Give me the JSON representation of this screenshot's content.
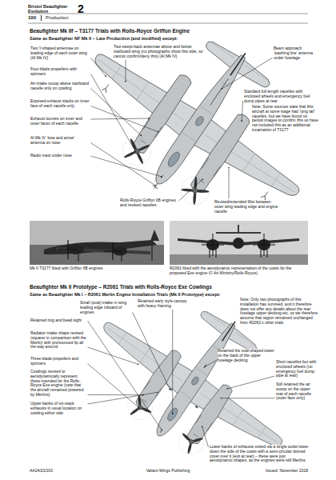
{
  "diagram": {
    "nodes": [
      {
        "text": [
          "Bristol Beaufighter Evolution",
          "2"
        ]
      },
      {
        "text": [
          "100",
          "Production"
        ]
      },
      {
        "text": [
          "Mk II T3177 fitted with Griffon IIB engines"
        ]
      },
      {
        "text": [
          "R2061 fitted with the aerodynamic representation of the cowls for the proposed Exe engine (© Air Ministry/Rolls-Royce)"
        ]
      }
    ],
    "labels": [
      "Beaufighter Mk IIf – T3177 Trials with Rolls-Royce Griffon Engine",
      "Same as Beaufighter NF Mk II – Late Production (and modified) except:",
      "Two swept-back antennae above and below starboard wing (no photographs show this side, so cannot confirm/deny this) (AI Mk IV)",
      "Two Y-shaped antennae on leading edge of each outer wing (AI Mk IV)",
      "Four-blade propellers with spinners",
      "Air intake scoop above starboard nacelle only on cowling",
      "Exposed exhaust stacks on inner face of each nacelle only",
      "Exhaust louvres on inner and outer faces of each nacelle",
      "AI Mk IV ‘bow and arrow’ antenna on nose",
      "Radio mast under nose",
      "Rolls-Royce Griffon IIB engines and revised nacelles",
      "Revised/extended fillet between outer wing leading edge and engine nacelle",
      "Beam approach ‘washing line’ antenna under fuselage",
      "Standard full-length nacelles with enclosed wheels and emergency fuel dump pipes at rear",
      "Note: Some sources state that this aircraft at some stage had ‘long tail’ nacelles, but we have found no period images to confirm this so have not included this as an additional incarnation of T3177",
      "Beaufighter Mk II Prototype – R2061 Trials with Rolls-Royce Exe Cowlings",
      "Same as Beaufighter Mk I – R2061 Merlin Engine Installation Trials (Mk II Prototype) except:",
      "Small (oval) intake in wing leading edge inboard of engines",
      "Retained early style canopy with heavy framing",
      "Retained ring and bead sight",
      "Radiator intake shape revised (squarer in comparison with the Merlin) with pronounced lip all the way around",
      "Three-blade propellers and spinners",
      "Cowlings revised to aerodynamically represent those intended for the Rolls-Royce Exe engine (note that the aircraft remained powered by Merlins)",
      "Upper banks of six-stack exhausts in usual location on cowling either side",
      "Retained the oval-shaped tower on the back of the upper fuselage decking",
      "Short nacelles but with enclosed wheels (no emergency fuel dump pipe at rear)",
      "Still retained the air scoop on the upper rear of each nacelle (outer face only)",
      "Lower banks of exhausts exited via a single outlet lower down the side of the cowls with a semi-circular domed cover over it (exit at rear) – these were just aerodynamic shapes, as the engines were still Merlins",
      "Note: Only two photographs of this installation has survived, and it therefore does not offer any details about the rear fuselage upper decking etc, so we therefore assume that region remained unchanged from R2061's other trials",
      "AA24/20/100",
      "Valiant Wings Publishing",
      "Issued: November 2018"
    ]
  }
}
